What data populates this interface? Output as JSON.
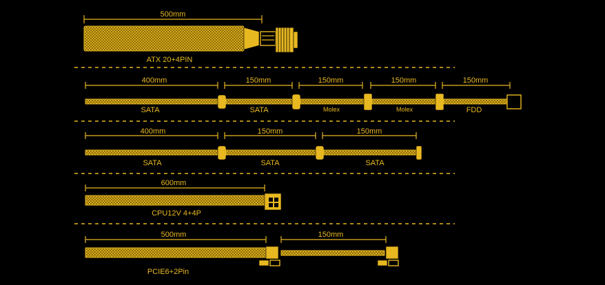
{
  "accent": "#e8b820",
  "background": "#000000",
  "cables": {
    "atx": {
      "length": "500mm",
      "name": "ATX 20+4PIN"
    },
    "sata_row1": {
      "lengths": [
        "400mm",
        "150mm",
        "150mm",
        "150mm",
        "150mm"
      ],
      "names": [
        "SATA",
        "SATA",
        "Molex",
        "Molex",
        "FDD"
      ]
    },
    "sata_row2": {
      "lengths": [
        "400mm",
        "150mm",
        "150mm"
      ],
      "names": [
        "SATA",
        "SATA",
        "SATA"
      ]
    },
    "cpu": {
      "length": "600mm",
      "name": "CPU12V 4+4P"
    },
    "pcie": {
      "lengths": [
        "500mm",
        "150mm"
      ],
      "name": "PCIE6+2Pin"
    }
  }
}
